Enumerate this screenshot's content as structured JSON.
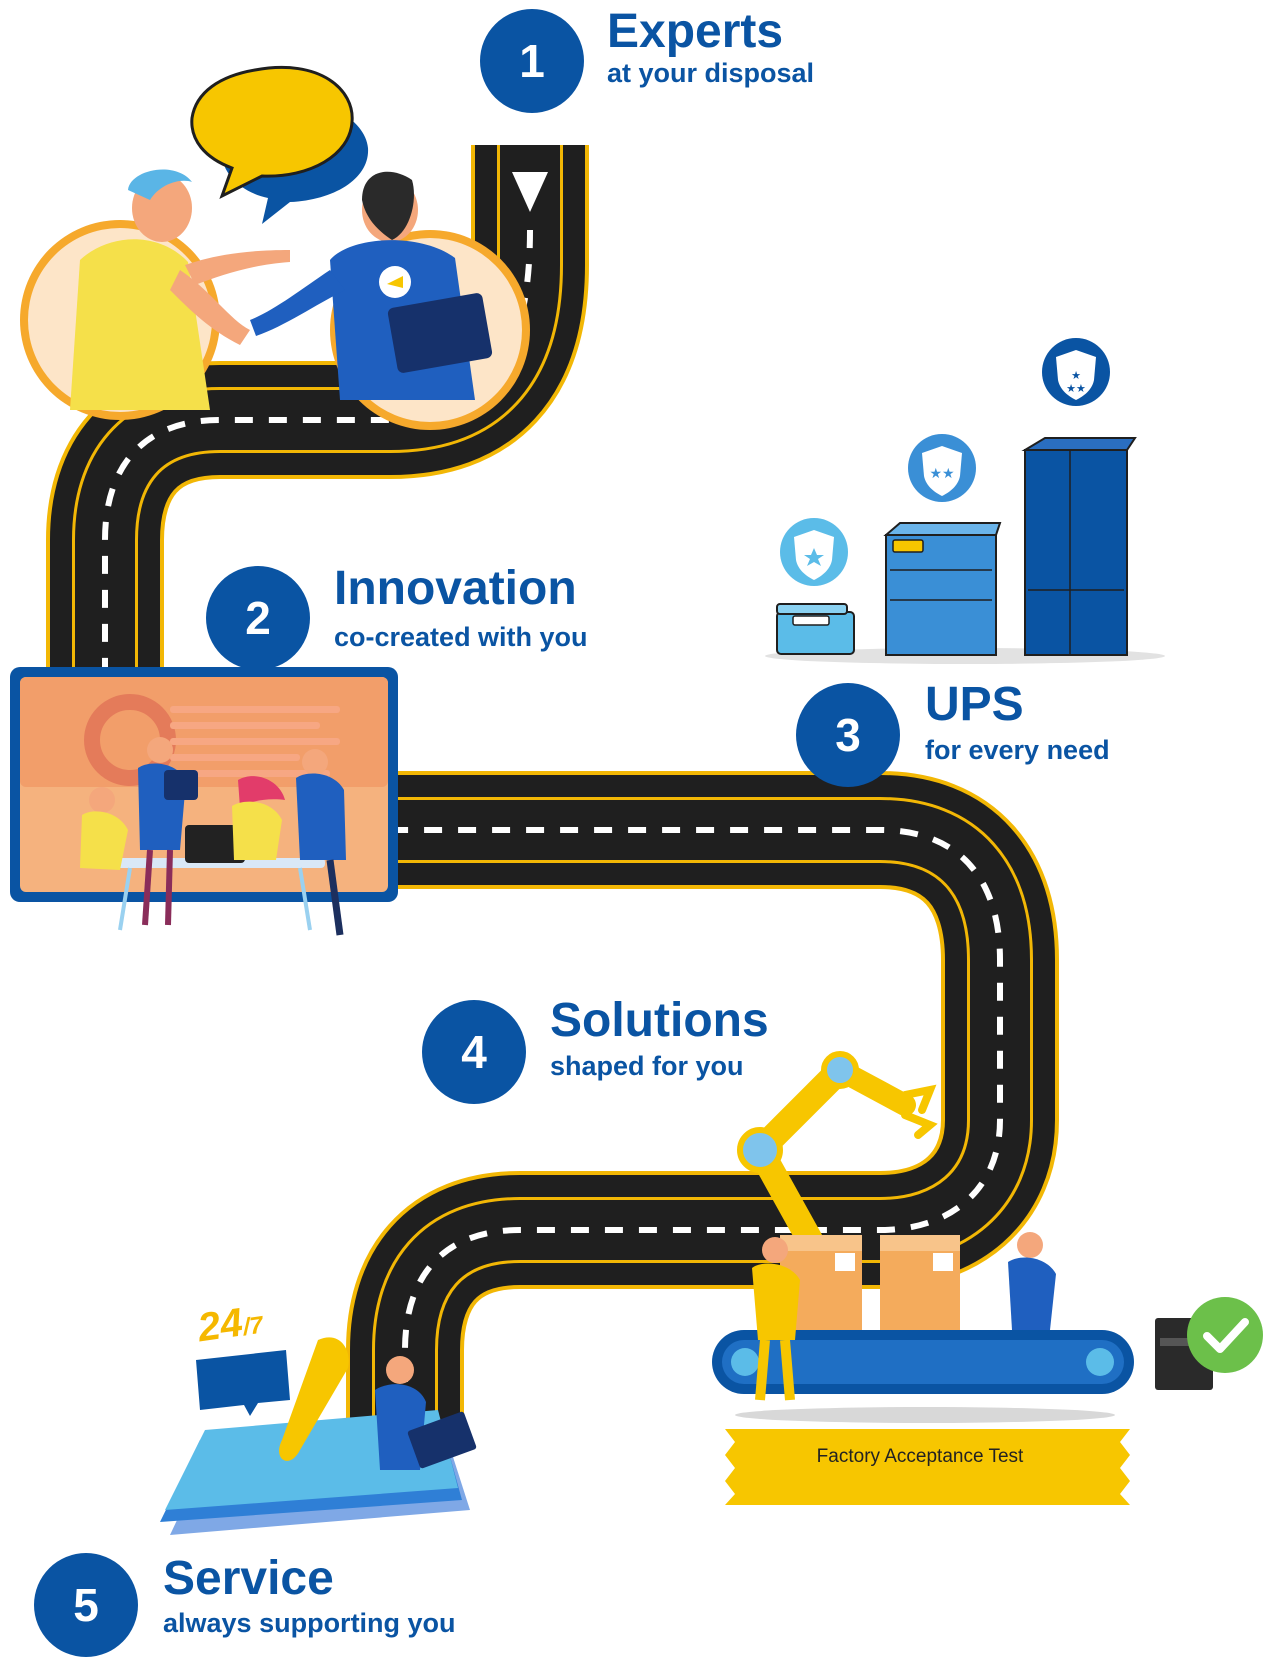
{
  "steps": [
    {
      "number": "1",
      "title": "Experts",
      "subtitle": "at your disposal"
    },
    {
      "number": "2",
      "title": "Innovation",
      "subtitle": "co-created with you"
    },
    {
      "number": "3",
      "title": "UPS",
      "subtitle": "for every need"
    },
    {
      "number": "4",
      "title": "Solutions",
      "subtitle": "shaped for you"
    },
    {
      "number": "5",
      "title": "Service",
      "subtitle": "always supporting you"
    }
  ],
  "fat_banner": {
    "label": "Factory Acceptance Test"
  },
  "support": {
    "hours": "24",
    "days": "/7"
  },
  "colors": {
    "brand_blue": "#0a54a3",
    "road": "#1f1f1f",
    "road_edge": "#f2b705",
    "accent_yellow": "#f7c600",
    "check_green": "#6cc04a"
  },
  "icons": [
    "speech-bubble-icon",
    "handshake-illustration",
    "shield-star-icon",
    "ups-cabinet-icon",
    "robot-arm-illustration",
    "printer-icon",
    "check-icon",
    "phone-icon"
  ]
}
